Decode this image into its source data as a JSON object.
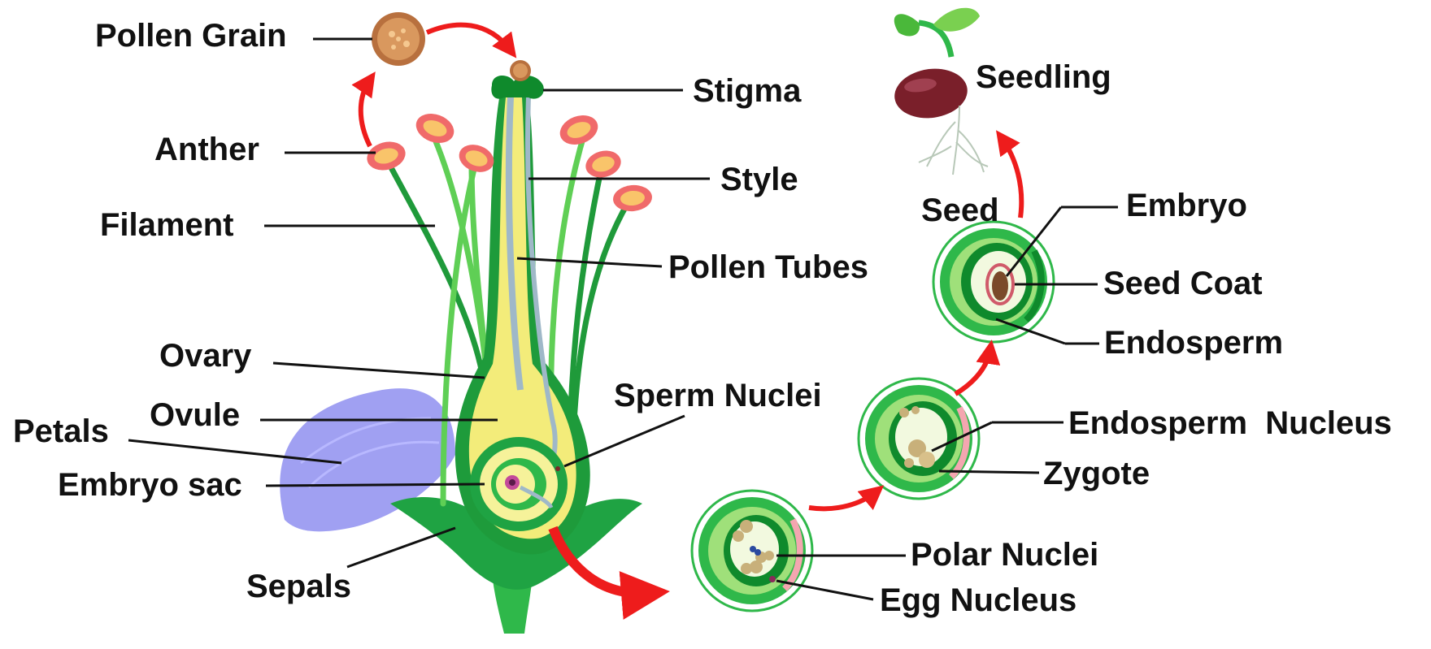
{
  "labels": {
    "pollen_grain": "Pollen Grain",
    "anther": "Anther",
    "filament": "Filament",
    "ovary": "Ovary",
    "ovule": "Ovule",
    "petals": "Petals",
    "embryo_sac": "Embryo sac",
    "sepals": "Sepals",
    "stigma": "Stigma",
    "style": "Style",
    "pollen_tubes": "Pollen Tubes",
    "sperm_nuclei": "Sperm Nuclei",
    "seedling": "Seedling",
    "seed": "Seed",
    "embryo": "Embryo",
    "seed_coat": "Seed Coat",
    "endosperm": "Endosperm",
    "endosperm_nucleus": "Endosperm  Nucleus",
    "zygote": "Zygote",
    "polar_nuclei": "Polar Nuclei",
    "egg_nucleus": "Egg Nucleus"
  },
  "colors": {
    "arrow": "#ee1c1c",
    "green_dark": "#0f8a2c",
    "green_mid": "#2fb84a",
    "green_light": "#9fe07a",
    "ovary_yellow": "#f3ec7a",
    "petal": "#8f8ff0",
    "anther": "#f06a6a",
    "pollen": "#c98a4a",
    "seed_brown": "#7a2a2a"
  }
}
